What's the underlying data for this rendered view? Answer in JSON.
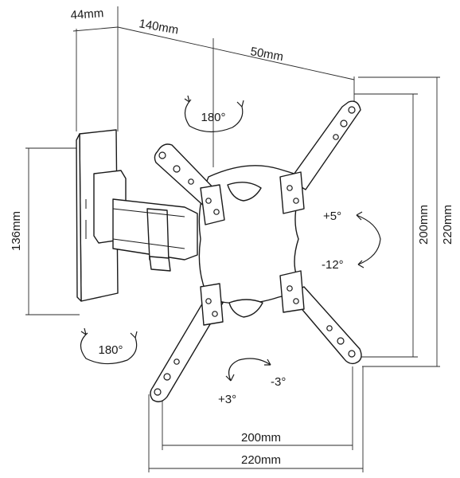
{
  "dimensions": {
    "depth_min": "44mm",
    "depth_max": "140mm",
    "arm_offset": "50mm",
    "wall_plate_height": "136mm",
    "vesa_vertical_inner": "200mm",
    "vesa_vertical_outer": "220mm",
    "vesa_horizontal_inner": "200mm",
    "vesa_horizontal_outer": "220mm"
  },
  "rotations": {
    "swivel_top": "180°",
    "swivel_bottom": "180°",
    "tilt_up": "+5°",
    "tilt_down": "-12°",
    "level_plus": "+3°",
    "level_minus": "-3°"
  }
}
